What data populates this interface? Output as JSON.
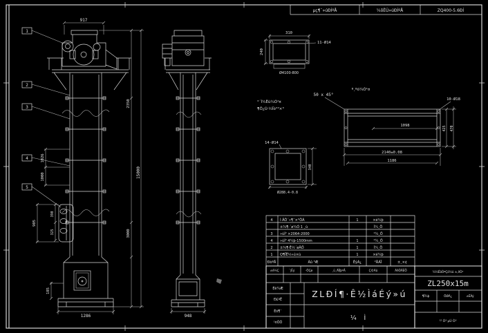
{
  "sheet": {
    "header_cells": [
      "µç¶¯»úÐÍºÅ",
      "¼õËÙ»úÐÍºÅ",
      "ZQ400-5.6ÐÍ"
    ]
  },
  "front": {
    "balloons": [
      "1",
      "2",
      "3",
      "4",
      "5"
    ],
    "dims": {
      "top_width": "917",
      "total_height": "15000",
      "upper": "2350",
      "mid": "3000",
      "left1": "1026",
      "left2": "1000",
      "bucket_span": "905",
      "bucket1": "390",
      "bucket2": "325",
      "foot": "185",
      "base_width": "1286"
    }
  },
  "side": {
    "dims": {
      "base_width": "948"
    }
  },
  "section": {
    "dims": {
      "width": "310",
      "height": "240"
    },
    "holes": "11-Ø14",
    "note": "Ø4100-800"
  },
  "notes": {
    "line1": "°´Í¼Ëù¼Ó¹¤",
    "line2": "¶Ô¿Ú·½Ïò°²×°",
    "chamfer": "50 x 45°",
    "weld": "º¸ºó¼Ó¹¤"
  },
  "casing": {
    "holes": "10-Ø18",
    "inner": "1098",
    "length": "2140±0.08",
    "length2": "1186",
    "h1": "425",
    "h2": "470"
  },
  "flange": {
    "holes": "14-Ø14",
    "height": "340",
    "note": "Ø288.4-0.8"
  },
  "parts": {
    "rows": [
      {
        "no": "4",
        "name": "Í·ÂÖ´«¶¯×°ÖÃ",
        "qty": "1",
        "mat": "×é¼þ"
      },
      {
        "no": "",
        "name": "±¾¶·´ø¼Ó 1 ¸ù",
        "qty": "",
        "mat": "Ì¼¸Ö"
      },
      {
        "no": "3",
        "name": "»úÍ² ×2064-2000",
        "qty": "",
        "mat": "¹¼¸Ö"
      },
      {
        "no": "4",
        "name": "»úÍ² 4¼þ-1500mm",
        "qty": "1",
        "mat": "¹¼¸Ö"
      },
      {
        "no": "2",
        "name": "±¾¶·Ê½´øÂÖ",
        "qty": "1",
        "mat": "Ì¼¸Ö"
      },
      {
        "no": "1",
        "name": "Q¶ÏÊ½»ú×ù",
        "qty": "1",
        "mat": "×é¼þ"
      }
    ],
    "header": {
      "no": "ÐòºÅ",
      "name": "Ãû    ³Æ",
      "qty": "ÊýÁ¿",
      "mat": "²ÄÁÏ",
      "remark": "±¸×¢"
    }
  },
  "titleblock": {
    "rev_labels": [
      "±ê¼Ç",
      "´¦Êý",
      "·ÖÇø",
      "¸ü¸ÄÎļþºÅ",
      "Ç©Ãû",
      "ÄêÔÂÈÕ"
    ],
    "sign_labels": [
      "Éè¼Æ",
      "Ð£ºË",
      "Éó¶¨",
      "¹¤ÒÕ"
    ],
    "title": "ZLÐÍ¶·Ê½ÌáÉý»ú",
    "mark": "¼  Ì",
    "model": "ZL250x15m",
    "note_top": "¼¼ÊõÒªÇó¼û ±,XÒ³",
    "info_labels": [
      "¶Î¼þ",
      "ÖØÁ¿",
      "±ÈÀý"
    ],
    "pages": "¹² Ò³  µÚ Ò³"
  }
}
